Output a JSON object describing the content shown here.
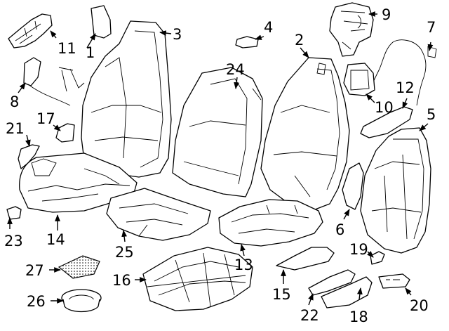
{
  "diagram": {
    "type": "exploded parts diagram",
    "callouts": [
      "1",
      "2",
      "3",
      "4",
      "5",
      "6",
      "7",
      "8",
      "9",
      "10",
      "11",
      "12",
      "13",
      "14",
      "15",
      "16",
      "17",
      "18",
      "19",
      "20",
      "21",
      "22",
      "23",
      "24",
      "25",
      "26",
      "27"
    ]
  }
}
